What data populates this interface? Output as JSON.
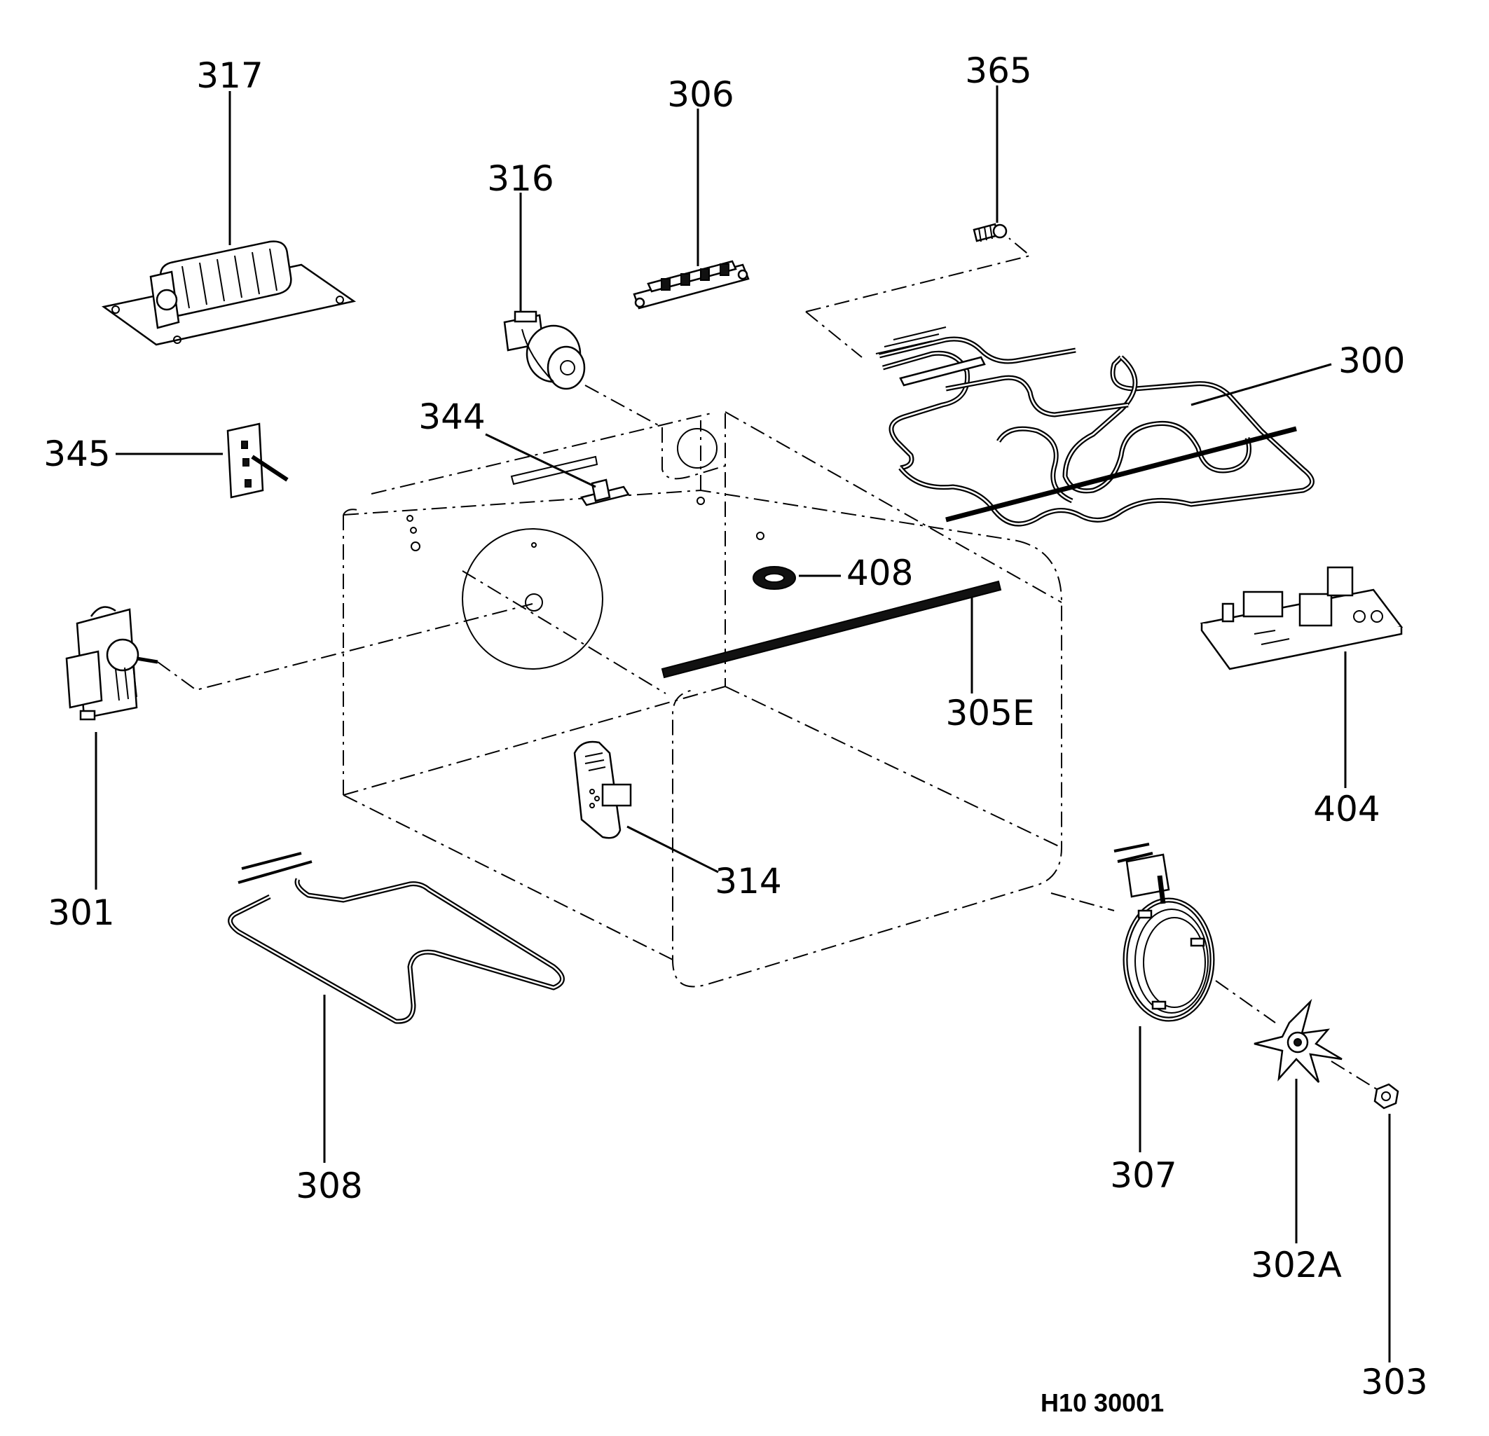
{
  "labels": {
    "p317": "317",
    "p306": "306",
    "p365": "365",
    "p316": "316",
    "p300": "300",
    "p344": "344",
    "p345": "345",
    "p408": "408",
    "p404": "404",
    "p305e": "305E",
    "p301": "301",
    "p314": "314",
    "p308": "308",
    "p307": "307",
    "p302a": "302A",
    "p303": "303"
  },
  "drawing_code": "H10 30001"
}
